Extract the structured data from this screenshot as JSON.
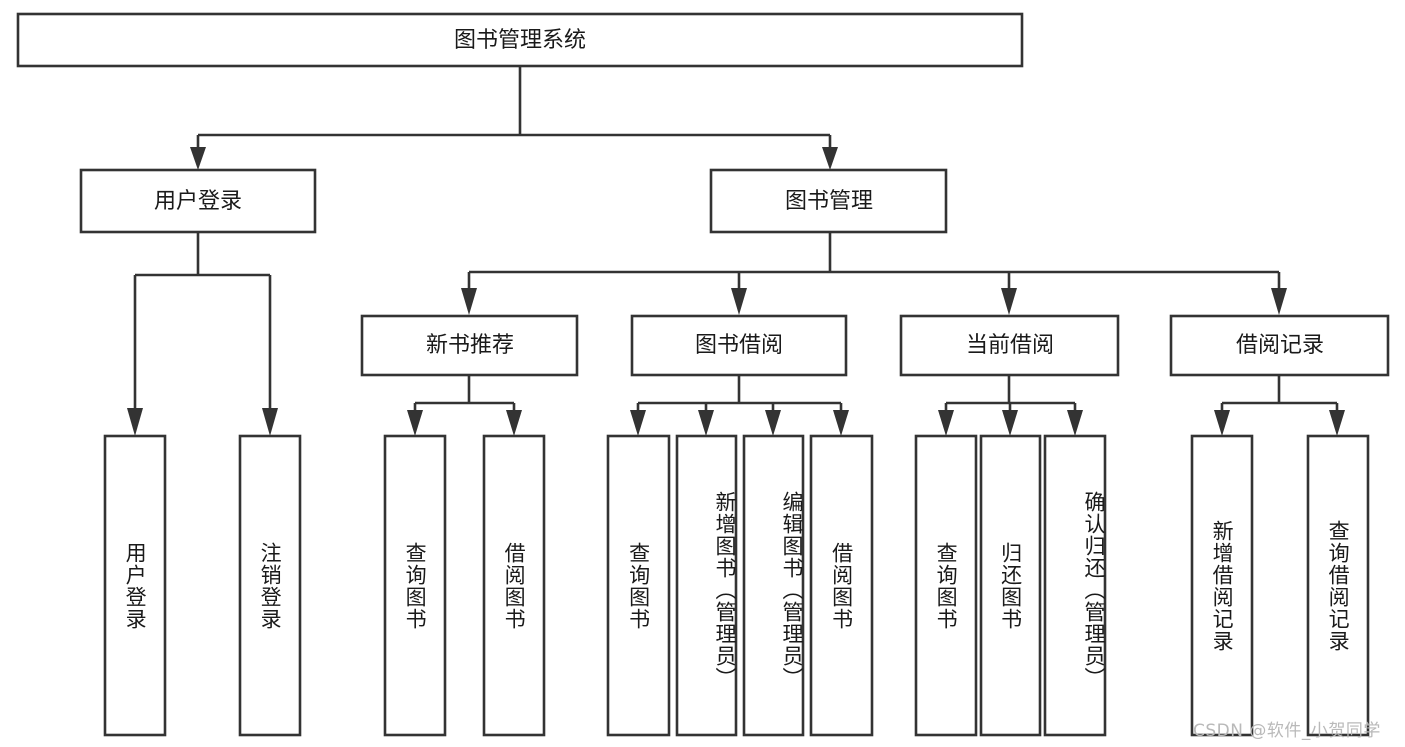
{
  "diagram": {
    "type": "tree",
    "title": "图书管理系统",
    "orientation": "top-down",
    "colors": {
      "box_fill": "#ffffff",
      "box_stroke": "#333333",
      "text": "#1a1a1a",
      "watermark": "#b9b9b9",
      "background": "#ffffff"
    },
    "root": {
      "label": "图书管理系统"
    },
    "level2": [
      {
        "label": "用户登录"
      },
      {
        "label": "图书管理"
      }
    ],
    "level3": [
      {
        "label": "新书推荐"
      },
      {
        "label": "图书借阅"
      },
      {
        "label": "当前借阅"
      },
      {
        "label": "借阅记录"
      }
    ],
    "leaves": {
      "user_login": [
        {
          "label": "用户登录"
        },
        {
          "label": "注销登录"
        }
      ],
      "new_book_recommend": [
        {
          "label": "查询图书"
        },
        {
          "label": "借阅图书"
        }
      ],
      "book_borrow": [
        {
          "label": "查询图书"
        },
        {
          "label": "新增图书（管理员）"
        },
        {
          "label": "编辑图书（管理员）"
        },
        {
          "label": "借阅图书"
        }
      ],
      "current_borrow": [
        {
          "label": "查询图书"
        },
        {
          "label": "归还图书"
        },
        {
          "label": "确认归还（管理员）"
        }
      ],
      "borrow_record": [
        {
          "label": "新增借阅记录"
        },
        {
          "label": "查询借阅记录"
        }
      ]
    }
  },
  "watermark": {
    "text": "CSDN @软件_小贺同学"
  }
}
